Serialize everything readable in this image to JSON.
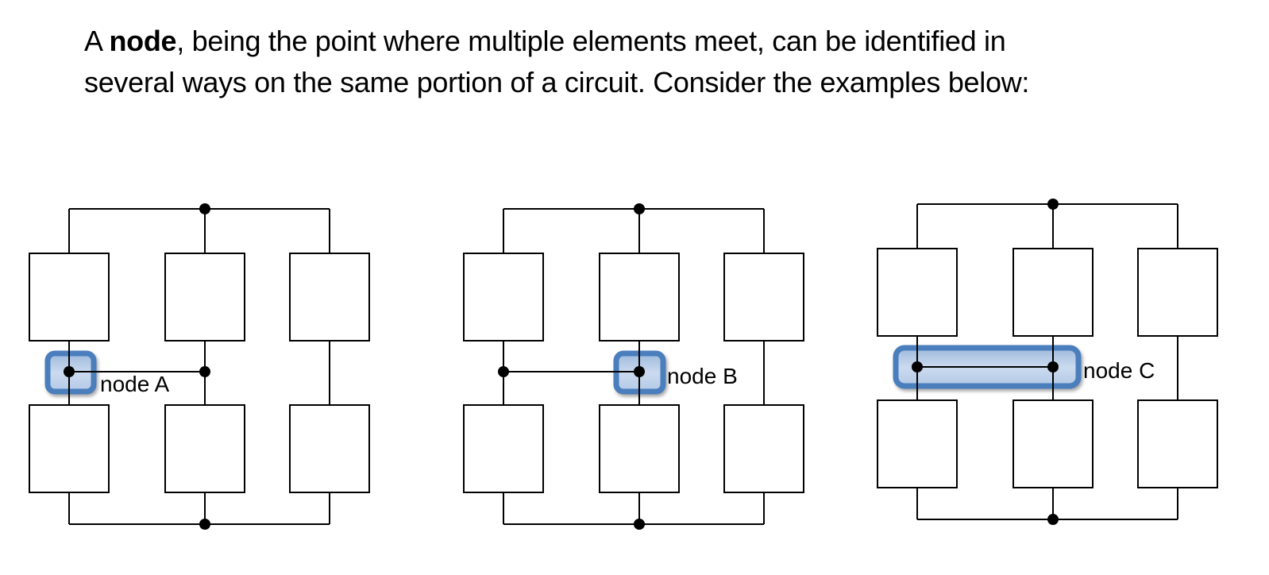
{
  "header": {
    "prefix": "A ",
    "bold_term": "node",
    "line1_rest": ", being the point where multiple elements meet, can be identified in",
    "line2": "several ways on the same portion of a circuit. Consider the examples below:"
  },
  "highlight_colors": {
    "border": "#4a7ebc",
    "fill_top": "#9db9dc",
    "fill_mid": "#cbdaef",
    "fill_bottom": "#b4c9e6"
  },
  "wire_color": "#000000",
  "circuits": [
    {
      "name": "circuit-example-a",
      "label": "node A",
      "highlight": "left-dot"
    },
    {
      "name": "circuit-example-b",
      "label": "node B",
      "highlight": "mid-dot"
    },
    {
      "name": "circuit-example-c",
      "label": "node C",
      "highlight": "wire"
    }
  ]
}
